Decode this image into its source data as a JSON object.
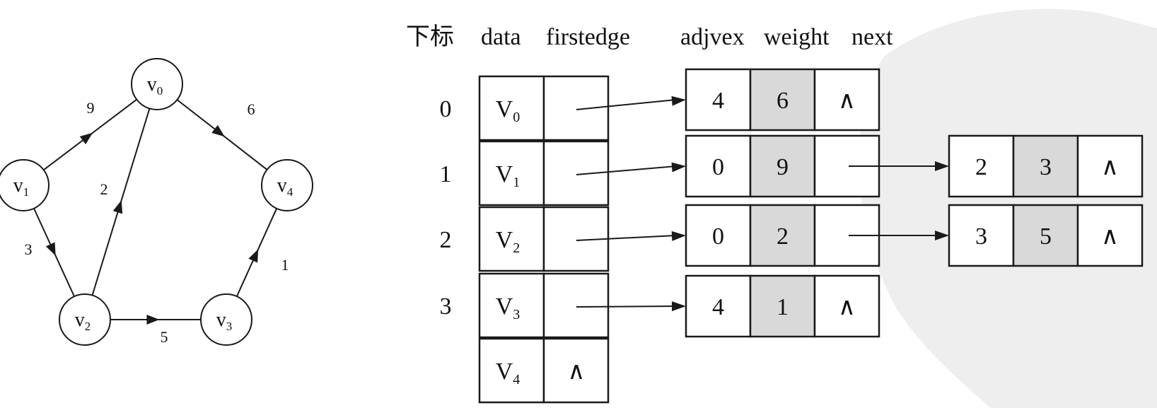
{
  "graph": {
    "nodes": [
      {
        "id": "v0",
        "base": "v",
        "sub": "0"
      },
      {
        "id": "v1",
        "base": "v",
        "sub": "1"
      },
      {
        "id": "v2",
        "base": "v",
        "sub": "2"
      },
      {
        "id": "v3",
        "base": "v",
        "sub": "3"
      },
      {
        "id": "v4",
        "base": "v",
        "sub": "4"
      }
    ],
    "edges": [
      {
        "from": "v1",
        "to": "v0",
        "weight": "9"
      },
      {
        "from": "v0",
        "to": "v4",
        "weight": "6"
      },
      {
        "from": "v2",
        "to": "v0",
        "weight": "2"
      },
      {
        "from": "v1",
        "to": "v2",
        "weight": "3"
      },
      {
        "from": "v2",
        "to": "v3",
        "weight": "5"
      },
      {
        "from": "v3",
        "to": "v4",
        "weight": "1"
      }
    ]
  },
  "headers": {
    "index": "下标",
    "data": "data",
    "firstedge": "firstedge",
    "adjvex": "adjvex",
    "weight": "weight",
    "next": "next"
  },
  "vertex_table": [
    {
      "index": "0",
      "base": "V",
      "sub": "0",
      "firstedge": ""
    },
    {
      "index": "1",
      "base": "V",
      "sub": "1",
      "firstedge": ""
    },
    {
      "index": "2",
      "base": "V",
      "sub": "2",
      "firstedge": ""
    },
    {
      "index": "3",
      "base": "V",
      "sub": "3",
      "firstedge": ""
    },
    {
      "index": "",
      "base": "V",
      "sub": "4",
      "firstedge": "∧"
    }
  ],
  "edge_nodes": [
    {
      "row": 0,
      "col": 0,
      "adjvex": "4",
      "weight": "6",
      "next": "∧"
    },
    {
      "row": 1,
      "col": 0,
      "adjvex": "0",
      "weight": "9",
      "next": ""
    },
    {
      "row": 1,
      "col": 1,
      "adjvex": "2",
      "weight": "3",
      "next": "∧"
    },
    {
      "row": 2,
      "col": 0,
      "adjvex": "0",
      "weight": "2",
      "next": ""
    },
    {
      "row": 2,
      "col": 1,
      "adjvex": "3",
      "weight": "5",
      "next": "∧"
    },
    {
      "row": 3,
      "col": 0,
      "adjvex": "4",
      "weight": "1",
      "next": "∧"
    }
  ],
  "colors": {
    "weight_cell": "#d9d9d9",
    "line": "#1a1a1a"
  }
}
